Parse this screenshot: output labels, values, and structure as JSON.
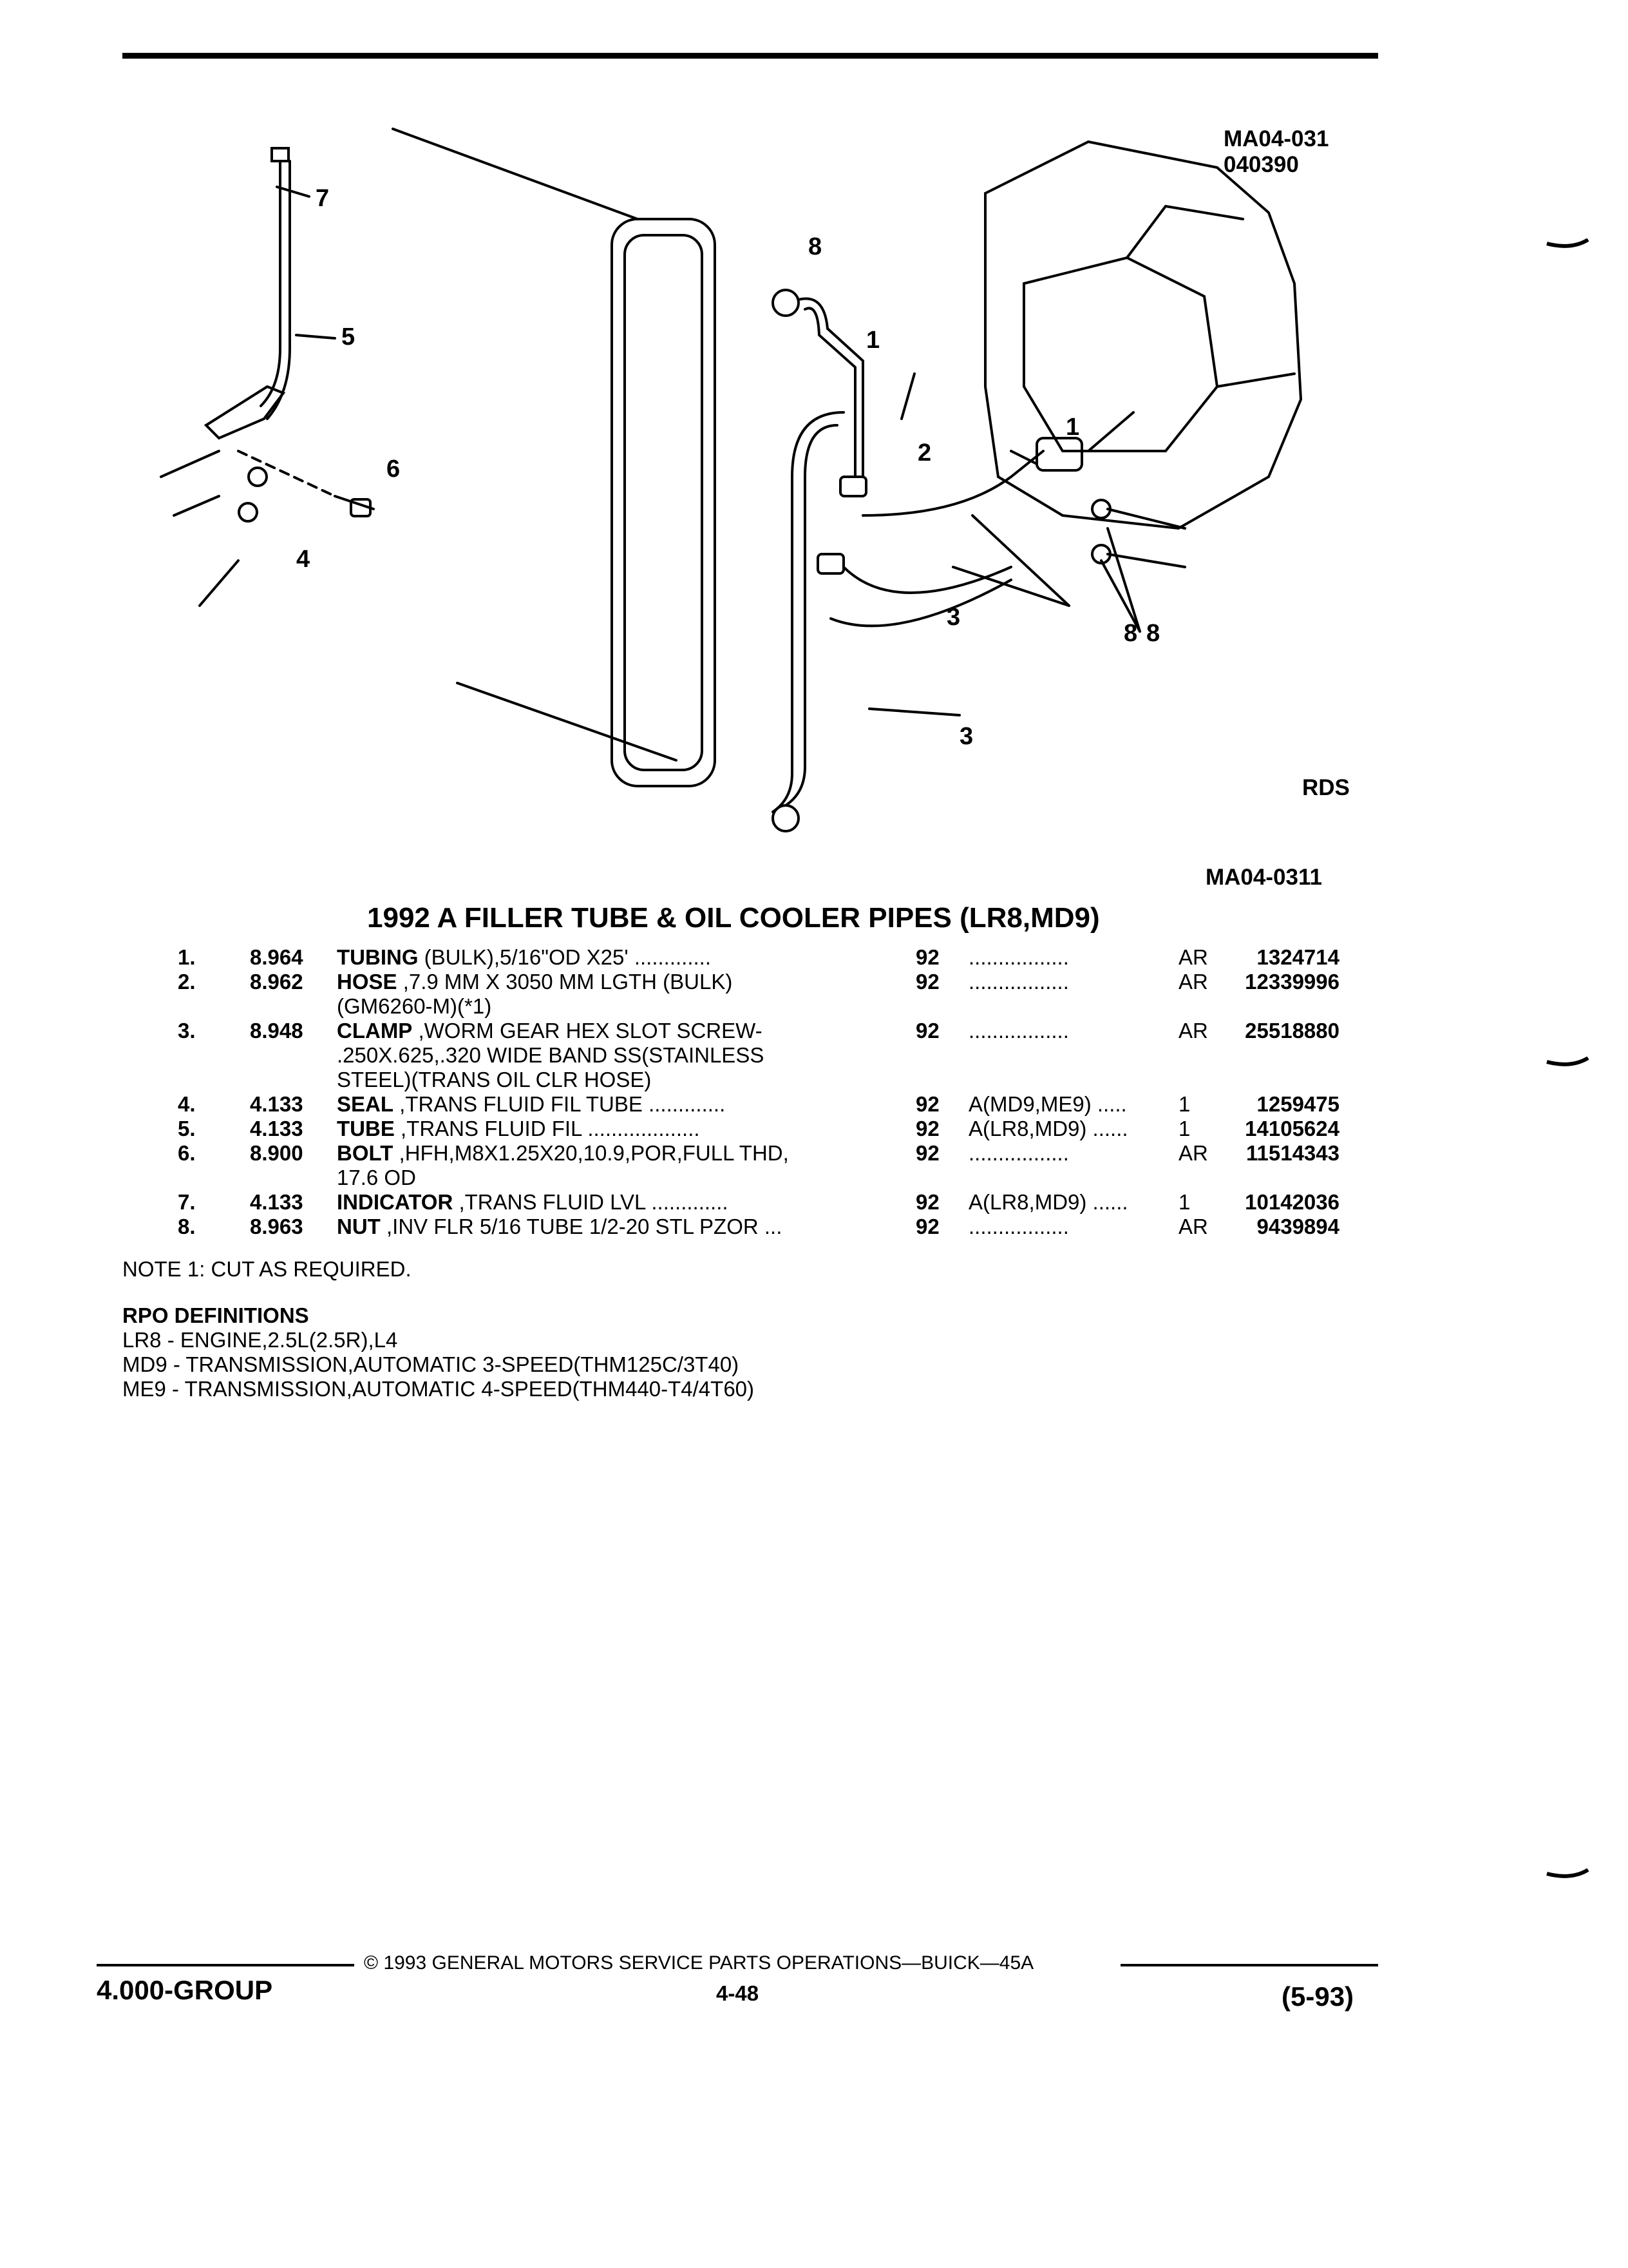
{
  "diagram": {
    "image_code": "MA04-031",
    "image_date": "040390",
    "rds_label": "RDS",
    "figure_code": "MA04-0311",
    "callouts": [
      "7",
      "5",
      "6",
      "4",
      "8",
      "1",
      "2",
      "1",
      "3",
      "8",
      "8",
      "3"
    ]
  },
  "title": "1992 A FILLER TUBE & OIL COOLER PIPES (LR8,MD9)",
  "parts": [
    {
      "num": "1.",
      "cat": "8.964",
      "name": "TUBING",
      "desc": " (BULK),5/16\"OD X25' .............",
      "desc2": "",
      "desc3": "",
      "year": "92",
      "usage": ".................",
      "qty": "AR",
      "part_no": "1324714"
    },
    {
      "num": "2.",
      "cat": "8.962",
      "name": "HOSE",
      "desc": " ,7.9 MM X 3050 MM LGTH (BULK)",
      "desc2": "(GM6260-M)(*1)",
      "desc3": "",
      "year": "92",
      "usage": ".................",
      "qty": "AR",
      "part_no": "12339996"
    },
    {
      "num": "3.",
      "cat": "8.948",
      "name": "CLAMP",
      "desc": " ,WORM GEAR HEX SLOT SCREW-",
      "desc2": ".250X.625,.320 WIDE BAND SS(STAINLESS",
      "desc3": "STEEL)(TRANS OIL CLR HOSE)",
      "year": "92",
      "usage": ".................",
      "qty": "AR",
      "part_no": "25518880"
    },
    {
      "num": "4.",
      "cat": "4.133",
      "name": "SEAL",
      "desc": " ,TRANS FLUID FIL TUBE .............",
      "desc2": "",
      "desc3": "",
      "year": "92",
      "usage": "A(MD9,ME9) .....",
      "qty": "1",
      "part_no": "1259475"
    },
    {
      "num": "5.",
      "cat": "4.133",
      "name": "TUBE",
      "desc": " ,TRANS FLUID FIL ...................",
      "desc2": "",
      "desc3": "",
      "year": "92",
      "usage": "A(LR8,MD9) ......",
      "qty": "1",
      "part_no": "14105624"
    },
    {
      "num": "6.",
      "cat": "8.900",
      "name": "BOLT",
      "desc": " ,HFH,M8X1.25X20,10.9,POR,FULL THD,",
      "desc2": "17.6 OD",
      "desc3": "",
      "year": "92",
      "usage": ".................",
      "qty": "AR",
      "part_no": "11514343"
    },
    {
      "num": "7.",
      "cat": "4.133",
      "name": "INDICATOR",
      "desc": " ,TRANS FLUID LVL .............",
      "desc2": "",
      "desc3": "",
      "year": "92",
      "usage": "A(LR8,MD9) ......",
      "qty": "1",
      "part_no": "10142036"
    },
    {
      "num": "8.",
      "cat": "8.963",
      "name": "NUT",
      "desc": " ,INV FLR 5/16 TUBE 1/2-20 STL PZOR ...",
      "desc2": "",
      "desc3": "",
      "year": "92",
      "usage": ".................",
      "qty": "AR",
      "part_no": "9439894"
    }
  ],
  "note": "NOTE 1: CUT AS REQUIRED.",
  "rpo": {
    "title": "RPO DEFINITIONS",
    "lines": [
      "LR8 - ENGINE,2.5L(2.5R),L4",
      "MD9 - TRANSMISSION,AUTOMATIC 3-SPEED(THM125C/3T40)",
      "ME9 - TRANSMISSION,AUTOMATIC 4-SPEED(THM440-T4/4T60)"
    ]
  },
  "footer": {
    "copyright": "© 1993 GENERAL MOTORS SERVICE PARTS OPERATIONS—BUICK—45A",
    "group": "4.000-GROUP",
    "page": "4-48",
    "date": "(5-93)"
  }
}
